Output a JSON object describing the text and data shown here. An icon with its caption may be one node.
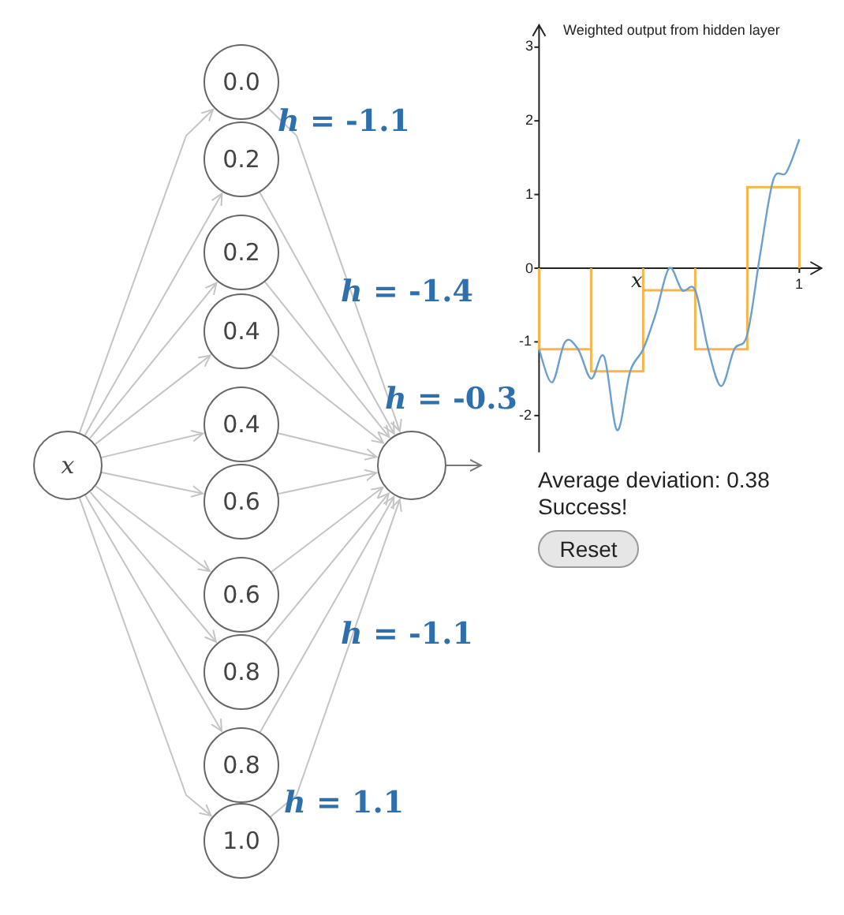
{
  "diagram": {
    "nodes": [
      {
        "text": [
          "x"
        ]
      },
      {
        "text": [
          "0.0"
        ]
      },
      {
        "text": [
          "0.2"
        ]
      },
      {
        "text": [
          "0.2"
        ]
      },
      {
        "text": [
          "0.4"
        ]
      },
      {
        "text": [
          "0.4"
        ]
      },
      {
        "text": [
          "0.6"
        ]
      },
      {
        "text": [
          "0.6"
        ]
      },
      {
        "text": [
          "0.8"
        ]
      },
      {
        "text": [
          "0.8"
        ]
      },
      {
        "text": [
          "1.0"
        ]
      },
      {
        "text": [],
        "shape": "circle"
      }
    ],
    "edges": [
      {
        "from": 0,
        "to": 1,
        "arrow": "to"
      },
      {
        "from": 0,
        "to": 2,
        "arrow": "to"
      },
      {
        "from": 0,
        "to": 3,
        "arrow": "to"
      },
      {
        "from": 0,
        "to": 4,
        "arrow": "to"
      },
      {
        "from": 0,
        "to": 5,
        "arrow": "to"
      },
      {
        "from": 0,
        "to": 6,
        "arrow": "to"
      },
      {
        "from": 0,
        "to": 7,
        "arrow": "to"
      },
      {
        "from": 0,
        "to": 8,
        "arrow": "to"
      },
      {
        "from": 0,
        "to": 9,
        "arrow": "to"
      },
      {
        "from": 0,
        "to": 10,
        "arrow": "to"
      },
      {
        "from": 1,
        "to": 11,
        "arrow": "to"
      },
      {
        "from": 2,
        "to": 11,
        "arrow": "to"
      },
      {
        "from": 3,
        "to": 11,
        "arrow": "to"
      },
      {
        "from": 4,
        "to": 11,
        "arrow": "to"
      },
      {
        "from": 5,
        "to": 11,
        "arrow": "to"
      },
      {
        "from": 6,
        "to": 11,
        "arrow": "to"
      },
      {
        "from": 7,
        "to": 11,
        "arrow": "to"
      },
      {
        "from": 8,
        "to": 11,
        "arrow": "to"
      },
      {
        "from": 9,
        "to": 11,
        "arrow": "to"
      },
      {
        "from": 10,
        "to": 11,
        "arrow": "to"
      },
      {
        "from": 11,
        "to": null,
        "arrow": "to",
        "color": "#777777"
      }
    ],
    "labels": [
      "Weighted output from hidden layer",
      "3",
      "2",
      "1",
      "0",
      "x",
      "1",
      "-1",
      "-2",
      "*h* = -1.1",
      "*h* = -1.4",
      "*h* = -0.3",
      "*h* = -1.1",
      "*h* = 1.1",
      "Average deviation: 0.38",
      "Success!",
      "Reset"
    ]
  }
}
